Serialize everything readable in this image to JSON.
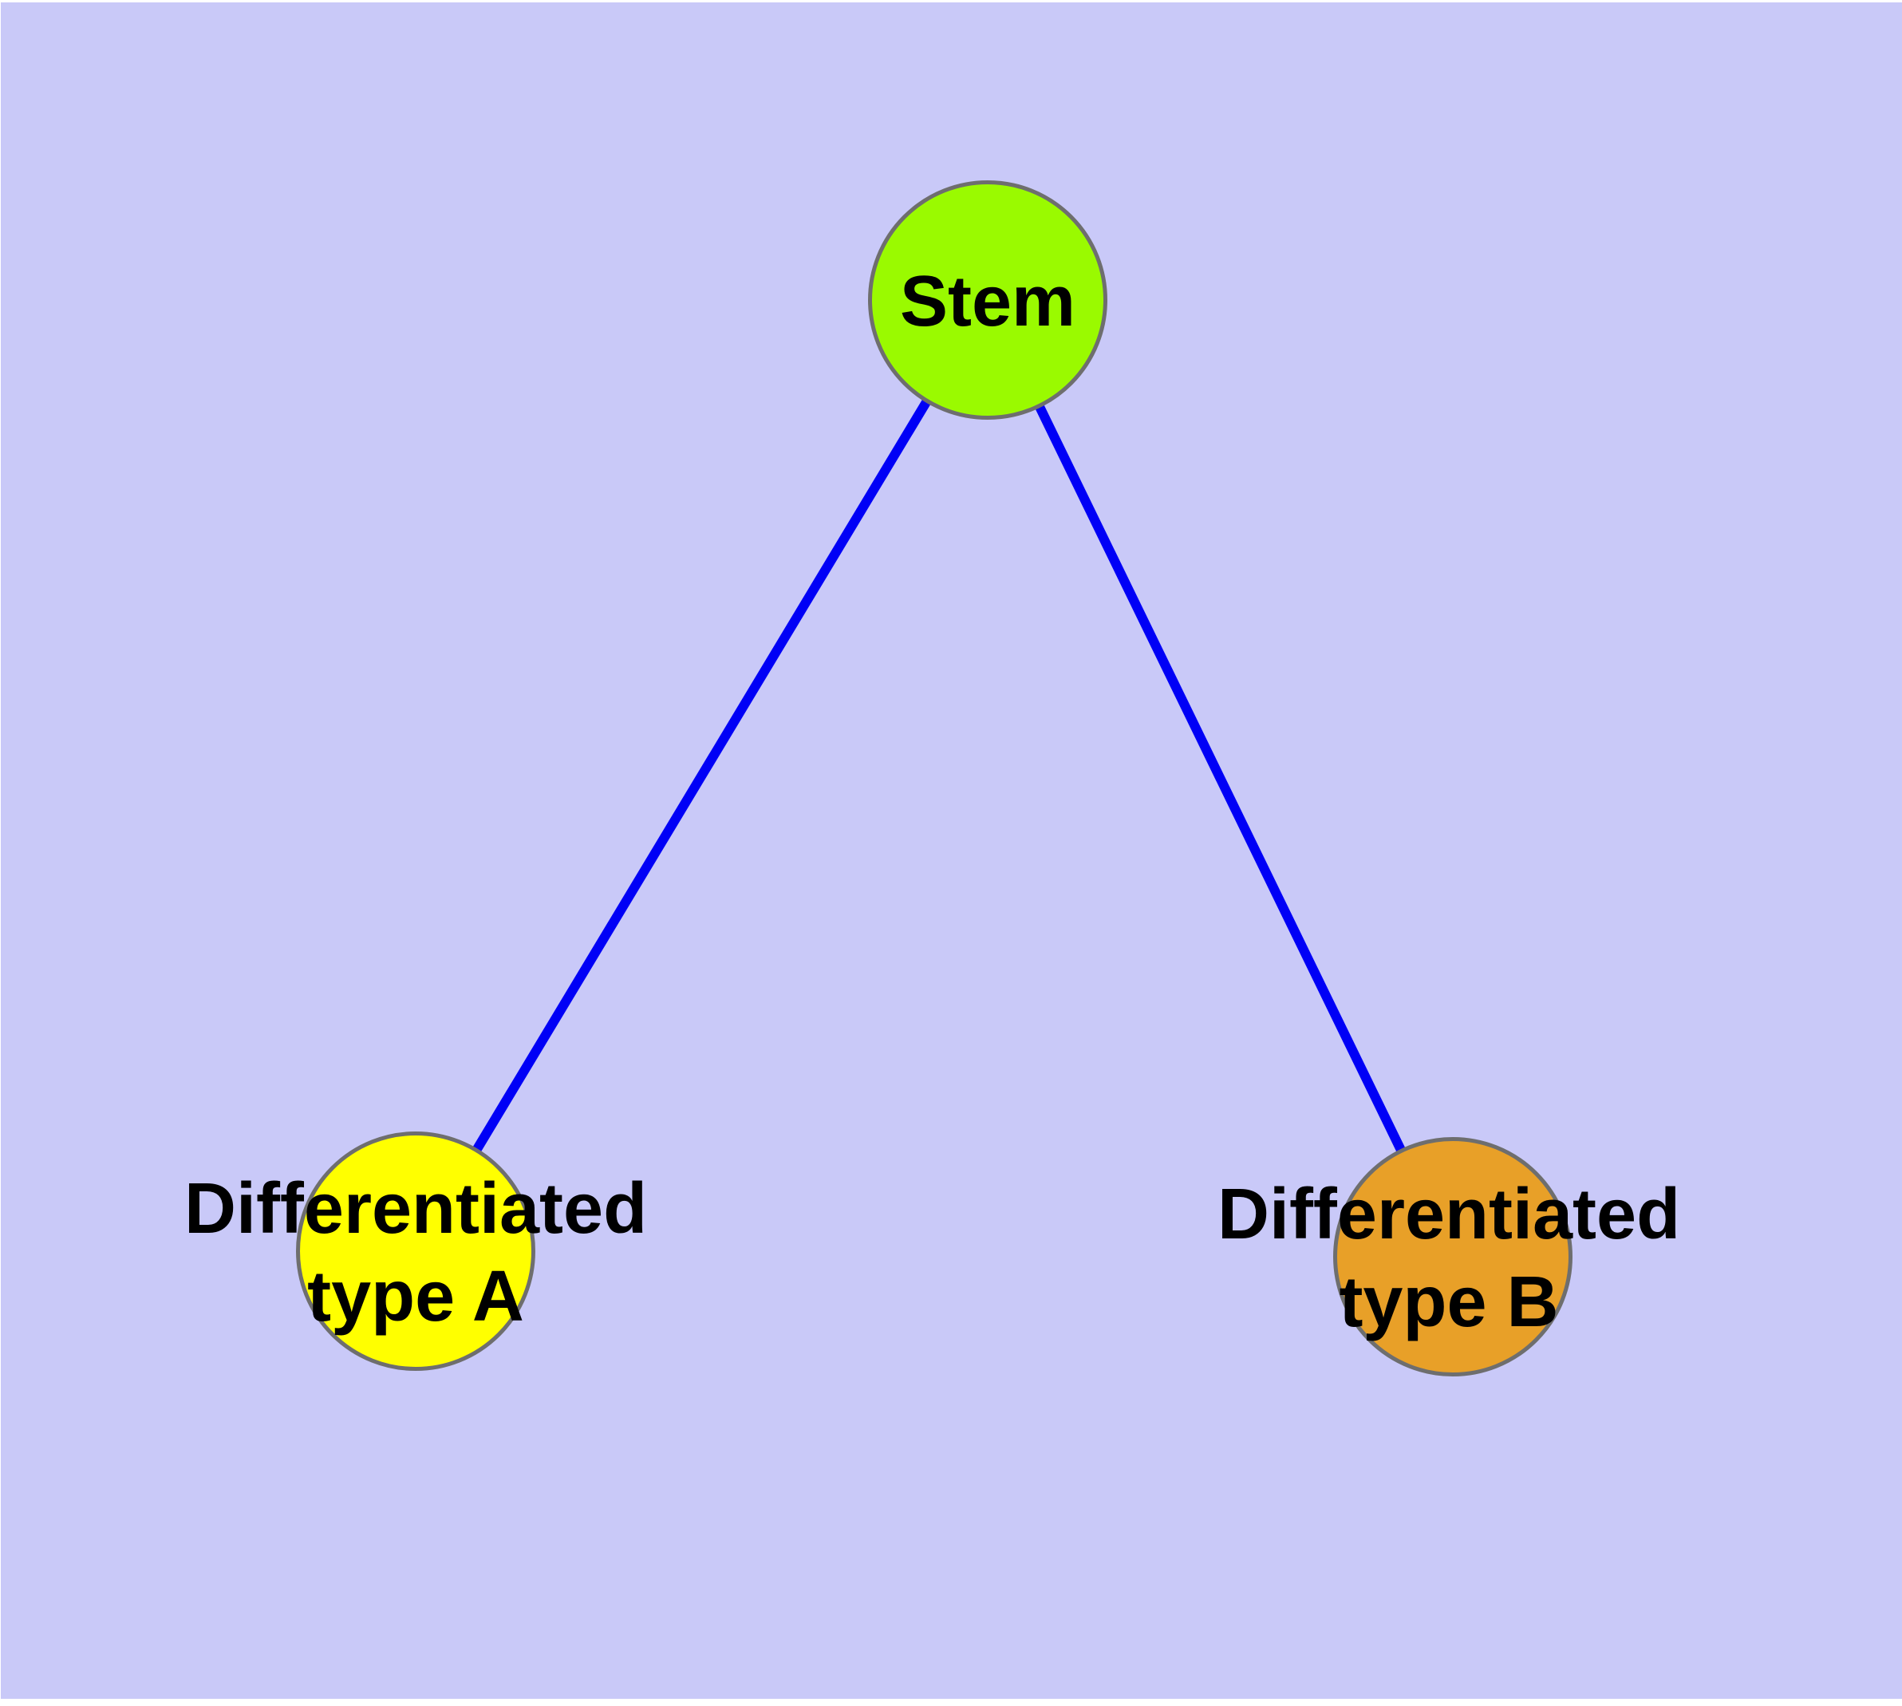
{
  "canvas": {
    "background_color": "#C9C9F8",
    "outer_margin_color": "#FFFFFF"
  },
  "graph": {
    "nodes": [
      {
        "id": "stem",
        "label": "Stem",
        "fill": "#9AFA00",
        "border_color": "#6E6E6E",
        "text_color": "#000000"
      },
      {
        "id": "type-a",
        "label": "Differentiated\ntype A",
        "fill": "#FFFF00",
        "border_color": "#6E6E6E",
        "text_color": "#000000"
      },
      {
        "id": "type-b",
        "label": "Differentiated\ntype B",
        "fill": "#E8A028",
        "border_color": "#6E6E6E",
        "text_color": "#000000"
      }
    ],
    "edges": [
      {
        "from": "stem",
        "to": "type-a",
        "color": "#0000F6"
      },
      {
        "from": "stem",
        "to": "type-b",
        "color": "#0000F6"
      }
    ]
  }
}
